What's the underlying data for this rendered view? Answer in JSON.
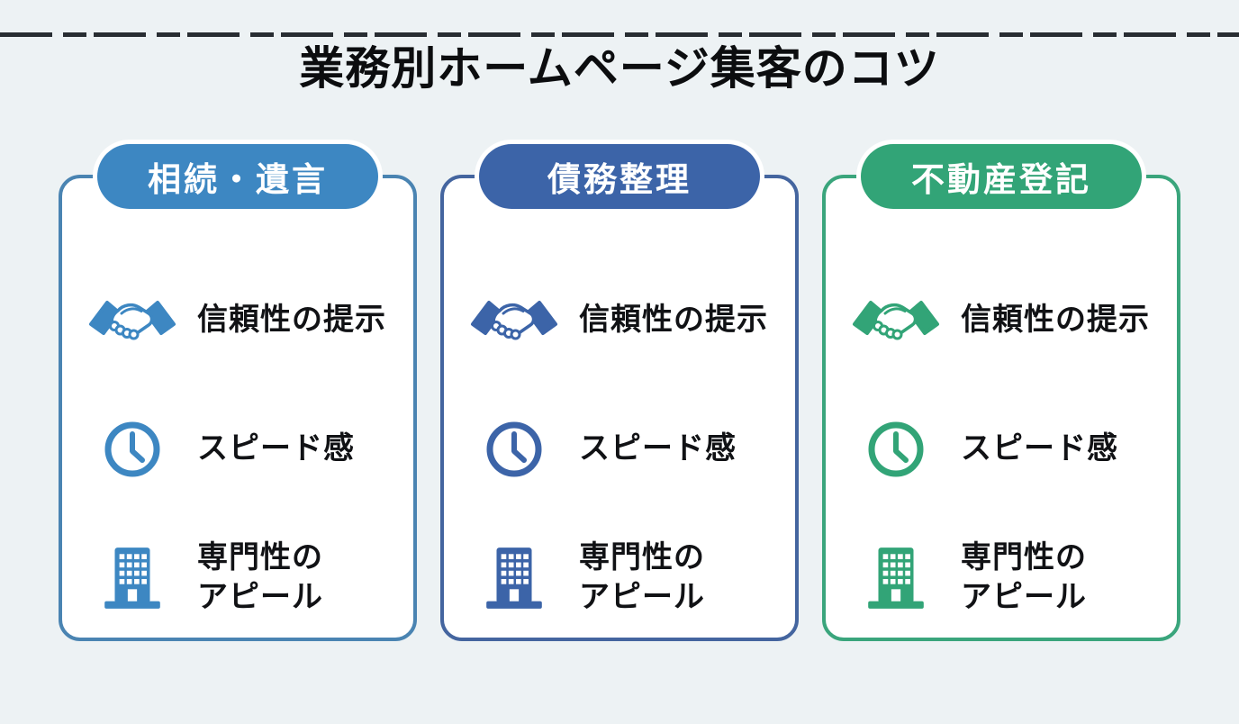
{
  "page": {
    "title": "業務別ホームページ集客のコツ",
    "background_color": "#edf2f4",
    "title_color": "#0c0d0f",
    "artifact_color": "#171c21"
  },
  "icons": {
    "handshake": "handshake-icon",
    "clock": "clock-icon",
    "building": "building-icon"
  },
  "cards": [
    {
      "title": "相続・遺言",
      "accent_color": "#3d87c2",
      "border_color": "#4a84b2",
      "items": [
        {
          "icon": "handshake-icon",
          "label": "信頼性の提示"
        },
        {
          "icon": "clock-icon",
          "label": "スピード感"
        },
        {
          "icon": "building-icon",
          "label": "専門性の\nアピール"
        }
      ]
    },
    {
      "title": "債務整理",
      "accent_color": "#3c64a8",
      "border_color": "#44659f",
      "items": [
        {
          "icon": "handshake-icon",
          "label": "信頼性の提示"
        },
        {
          "icon": "clock-icon",
          "label": "スピード感"
        },
        {
          "icon": "building-icon",
          "label": "専門性の\nアピール"
        }
      ]
    },
    {
      "title": "不動産登記",
      "accent_color": "#32a477",
      "border_color": "#3aa57c",
      "items": [
        {
          "icon": "handshake-icon",
          "label": "信頼性の提示"
        },
        {
          "icon": "clock-icon",
          "label": "スピード感"
        },
        {
          "icon": "building-icon",
          "label": "専門性の\nアピール"
        }
      ]
    }
  ]
}
